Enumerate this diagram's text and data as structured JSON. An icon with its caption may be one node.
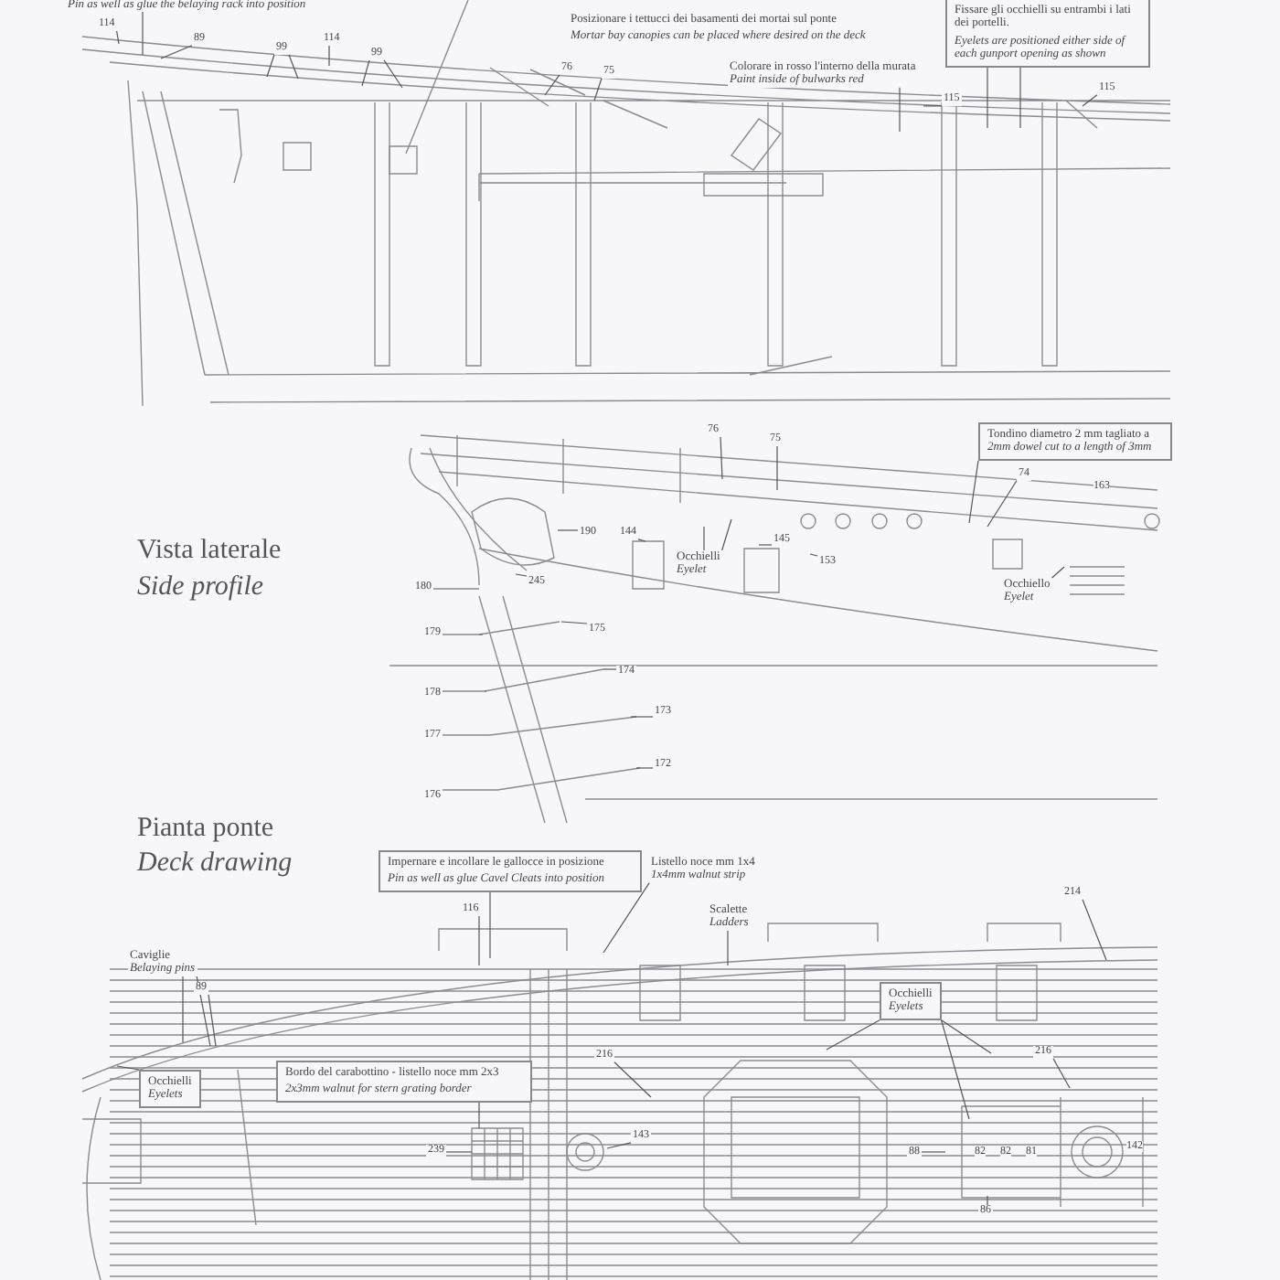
{
  "diagram": {
    "nodes": [
      {
        "text": [
          "Pin as well as glue the belaying rack into position"
        ]
      },
      {
        "text": [
          "114"
        ]
      },
      {
        "text": [
          "89"
        ]
      },
      {
        "text": [
          "114"
        ]
      },
      {
        "text": [
          "99"
        ]
      },
      {
        "text": [
          "99"
        ]
      },
      {
        "text": [
          "76"
        ]
      },
      {
        "text": [
          "75"
        ]
      },
      {
        "text": [
          "Colorare in rosso l'interno della murata",
          "Paint inside of bulwarks red"
        ]
      },
      {
        "text": [
          "115"
        ]
      },
      {
        "text": [
          "Fissare gli occhielli su entrambi i lati dei portelli.",
          "Eyelets are positioned either side of each gunport opening as shown"
        ]
      },
      {
        "text": [
          "115"
        ]
      },
      {
        "text": [
          "76"
        ]
      },
      {
        "text": [
          "75"
        ]
      },
      {
        "text": [
          "Tondino diametro 2 mm tagliato a",
          "2mm dowel cut to a length of 3mm"
        ]
      },
      {
        "text": [
          "74"
        ]
      },
      {
        "text": [
          "190"
        ]
      },
      {
        "text": [
          "144"
        ]
      },
      {
        "text": [
          "Occhielli",
          "Eyelet"
        ]
      },
      {
        "text": [
          "145"
        ]
      },
      {
        "text": [
          "153"
        ]
      },
      {
        "text": [
          "Occhiello",
          "Eyelet"
        ]
      },
      {
        "text": [
          "180"
        ]
      },
      {
        "text": [
          "245"
        ]
      },
      {
        "text": [
          "179"
        ]
      },
      {
        "text": [
          "175"
        ]
      },
      {
        "text": [
          "178"
        ]
      },
      {
        "text": [
          "174"
        ]
      },
      {
        "text": [
          "177"
        ]
      },
      {
        "text": [
          "173"
        ]
      },
      {
        "text": [
          "176"
        ]
      },
      {
        "text": [
          "172"
        ]
      },
      {
        "text": [
          "Impernare e incollare le gallocce in posizione",
          "Pin as well as glue Cavel Cleats into position"
        ]
      },
      {
        "text": [
          "116"
        ]
      },
      {
        "text": [
          "Listello noce mm 1x4",
          "1x4mm walnut strip"
        ]
      },
      {
        "text": [
          "Scalette",
          "Ladders"
        ]
      },
      {
        "text": [
          "214"
        ]
      },
      {
        "text": [
          "Caviglie",
          "Belaying pins"
        ]
      },
      {
        "text": [
          "89"
        ]
      },
      {
        "text": [
          "Occhielli",
          "Eyelets"
        ]
      },
      {
        "text": [
          "Occhielli",
          "Eyelets"
        ]
      },
      {
        "text": [
          "Bordo del carabottino - listello noce mm 2x3",
          "2x3mm walnut for stern grating border"
        ]
      },
      {
        "text": [
          "239"
        ]
      },
      {
        "text": [
          "216"
        ]
      },
      {
        "text": [
          "143"
        ]
      },
      {
        "text": [
          "216"
        ]
      },
      {
        "text": [
          "88"
        ]
      },
      {
        "text": [
          "86"
        ]
      }
    ],
    "edges": [
      {
        "from": 0,
        "to": null,
        "arrow": "none"
      },
      {
        "from": 1,
        "to": null,
        "arrow": "none"
      },
      {
        "from": 2,
        "to": null,
        "arrow": "none"
      },
      {
        "from": 3,
        "to": null,
        "arrow": "none"
      },
      {
        "from": 4,
        "to": null,
        "arrow": "none"
      },
      {
        "from": 4,
        "to": null,
        "arrow": "none"
      },
      {
        "from": 5,
        "to": null,
        "arrow": "none"
      },
      {
        "from": 5,
        "to": null,
        "arrow": "none"
      },
      {
        "from": 6,
        "to": null,
        "arrow": "none"
      },
      {
        "from": 7,
        "to": null,
        "arrow": "none"
      },
      {
        "from": 8,
        "to": null,
        "arrow": "none"
      },
      {
        "from": 9,
        "to": null,
        "arrow": "none"
      },
      {
        "from": 10,
        "to": null,
        "arrow": "none"
      },
      {
        "from": 10,
        "to": null,
        "arrow": "none"
      },
      {
        "from": 11,
        "to": null,
        "arrow": "none"
      },
      {
        "from": 12,
        "to": null,
        "arrow": "none"
      },
      {
        "from": 13,
        "to": null,
        "arrow": "none"
      },
      {
        "from": 14,
        "to": null,
        "arrow": "none"
      },
      {
        "from": 15,
        "to": null,
        "arrow": "none"
      },
      {
        "from": 16,
        "to": null,
        "arrow": "none"
      },
      {
        "from": 17,
        "to": null,
        "arrow": "none"
      },
      {
        "from": 18,
        "to": null,
        "arrow": "none"
      },
      {
        "from": 18,
        "to": null,
        "arrow": "none"
      },
      {
        "from": 19,
        "to": null,
        "arrow": "none"
      },
      {
        "from": 20,
        "to": null,
        "arrow": "none"
      },
      {
        "from": 21,
        "to": null,
        "arrow": "none"
      },
      {
        "from": 22,
        "to": null,
        "arrow": "none"
      },
      {
        "from": 23,
        "to": null,
        "arrow": "none"
      },
      {
        "from": 24,
        "to": null,
        "arrow": "none"
      },
      {
        "from": 25,
        "to": null,
        "arrow": "none"
      },
      {
        "from": 26,
        "to": null,
        "arrow": "none"
      },
      {
        "from": 27,
        "to": null,
        "arrow": "none"
      },
      {
        "from": 28,
        "to": null,
        "arrow": "none"
      },
      {
        "from": 29,
        "to": null,
        "arrow": "none"
      },
      {
        "from": 30,
        "to": null,
        "arrow": "none"
      },
      {
        "from": 31,
        "to": null,
        "arrow": "none"
      },
      {
        "from": 32,
        "to": null,
        "arrow": "none"
      },
      {
        "from": 33,
        "to": null,
        "arrow": "none"
      },
      {
        "from": 34,
        "to": null,
        "arrow": "none"
      },
      {
        "from": 35,
        "to": null,
        "arrow": "none"
      },
      {
        "from": 36,
        "to": null,
        "arrow": "none"
      },
      {
        "from": 37,
        "to": null,
        "arrow": "none"
      },
      {
        "from": 37,
        "to": null,
        "arrow": "none"
      },
      {
        "from": 38,
        "to": null,
        "arrow": "none"
      },
      {
        "from": 39,
        "to": null,
        "arrow": "none"
      },
      {
        "from": 39,
        "to": null,
        "arrow": "none"
      },
      {
        "from": 39,
        "to": null,
        "arrow": "none"
      },
      {
        "from": 40,
        "to": null,
        "arrow": "none"
      },
      {
        "from": 41,
        "to": null,
        "arrow": "none"
      },
      {
        "from": 42,
        "to": null,
        "arrow": "none"
      },
      {
        "from": 43,
        "to": null,
        "arrow": "none"
      },
      {
        "from": 44,
        "to": null,
        "arrow": "none"
      },
      {
        "from": 45,
        "to": null,
        "arrow": "none"
      },
      {
        "from": 46,
        "to": null,
        "arrow": "none"
      },
      {
        "from": 47,
        "to": null,
        "arrow": "none"
      }
    ],
    "labels": [
      "Posizionare i tettucci dei basamenti dei mortai sul ponte",
      "Mortar bay canopies can be placed where desired on the deck",
      "Vista laterale",
      "Side profile",
      "163",
      "Pianta ponte",
      "Deck drawing",
      "82",
      "82",
      "81",
      "142"
    ]
  }
}
